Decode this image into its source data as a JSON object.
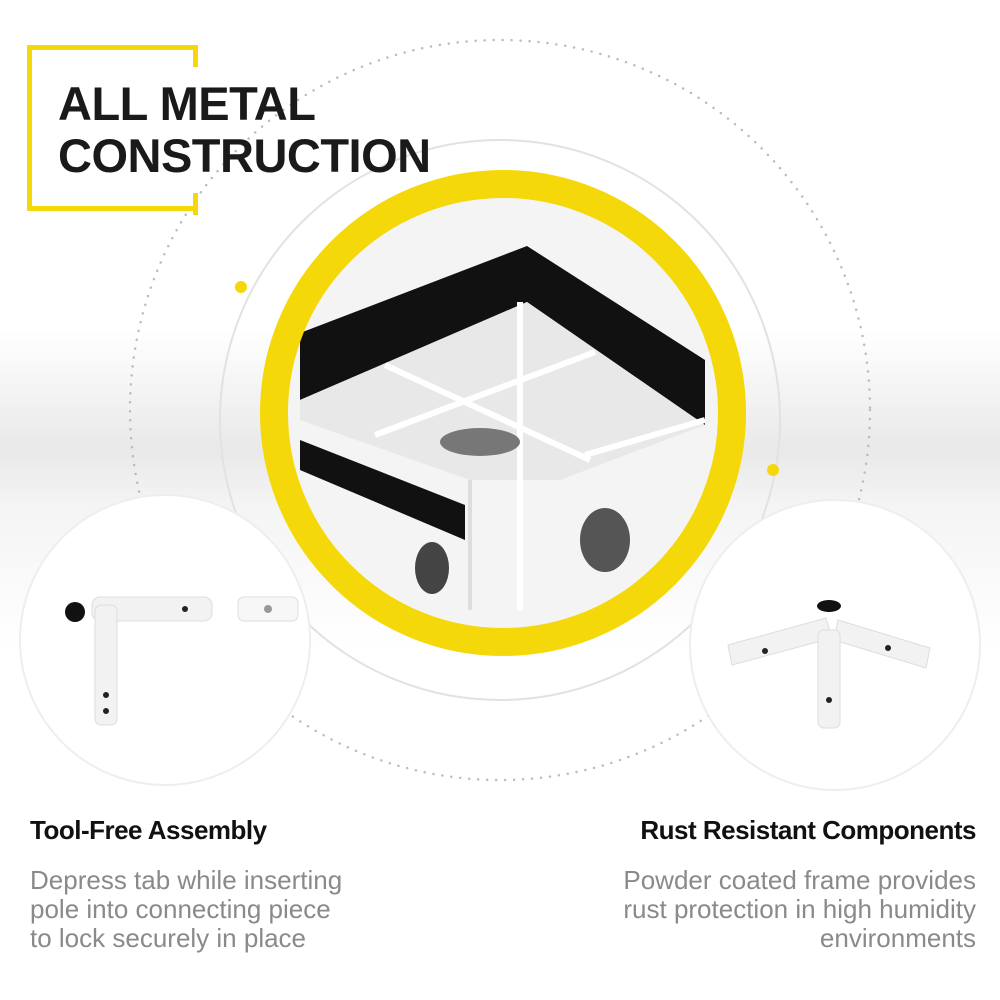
{
  "heading": {
    "line1": "ALL METAL",
    "line2": "CONSTRUCTION"
  },
  "colors": {
    "accent": "#f5d80a",
    "text": "#1a1a1a",
    "muted": "#8a8a8a"
  },
  "features": [
    {
      "title": "Tool-Free Assembly",
      "desc": [
        "Depress tab while inserting",
        "pole into connecting piece",
        "to lock securely in place"
      ]
    },
    {
      "title": "Rust Resistant Components",
      "desc": [
        "Powder coated frame provides",
        "rust protection in high humidity",
        "environments"
      ]
    }
  ]
}
